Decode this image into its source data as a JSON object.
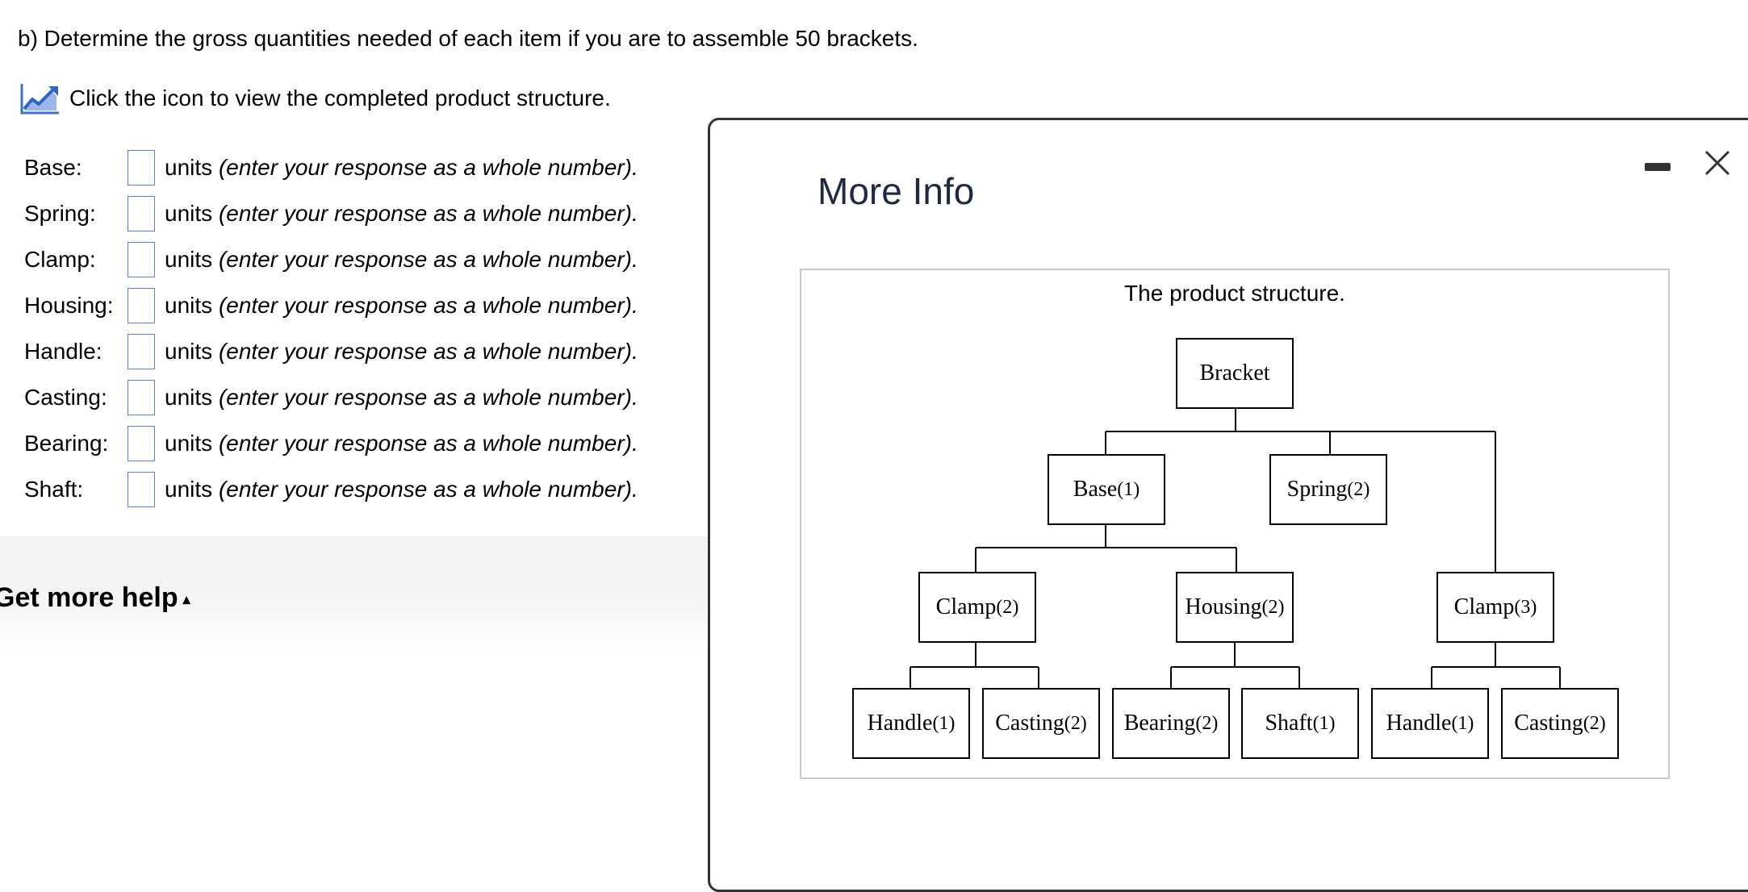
{
  "question": "b) Determine the gross quantities needed of each item if you are to assemble 50 brackets.",
  "view_link": {
    "text": "Click the icon to view the completed product structure.",
    "icon": "chart-icon"
  },
  "answers": [
    {
      "label": "Base:",
      "units": "units",
      "hint": "(enter your response as a whole number).",
      "value": ""
    },
    {
      "label": "Spring:",
      "units": "units",
      "hint": "(enter your response as a whole number).",
      "value": ""
    },
    {
      "label": "Clamp:",
      "units": "units",
      "hint": "(enter your response as a whole number).",
      "value": ""
    },
    {
      "label": "Housing:",
      "units": "units",
      "hint": "(enter your response as a whole number).",
      "value": ""
    },
    {
      "label": "Handle:",
      "units": "units",
      "hint": "(enter your response as a whole number).",
      "value": ""
    },
    {
      "label": "Casting:",
      "units": "units",
      "hint": "(enter your response as a whole number).",
      "value": ""
    },
    {
      "label": "Bearing:",
      "units": "units",
      "hint": "(enter your response as a whole number).",
      "value": ""
    },
    {
      "label": "Shaft:",
      "units": "units",
      "hint": "(enter your response as a whole number).",
      "value": ""
    }
  ],
  "help": {
    "text": "Get more help",
    "caret": "▴"
  },
  "modal": {
    "title": "More Info",
    "figure_caption": "The product structure.",
    "tree": {
      "root": {
        "name": "Bracket",
        "qty": ""
      },
      "level1": [
        {
          "name": "Base",
          "qty": "(1)"
        },
        {
          "name": "Spring",
          "qty": "(2)"
        },
        {
          "name": "Clamp",
          "qty": "(3)"
        }
      ],
      "level2": [
        {
          "name": "Clamp",
          "qty": "(2)"
        },
        {
          "name": "Housing",
          "qty": "(2)"
        }
      ],
      "level3": [
        {
          "name": "Handle",
          "qty": "(1)"
        },
        {
          "name": "Casting",
          "qty": "(2)"
        },
        {
          "name": "Bearing",
          "qty": "(2)"
        },
        {
          "name": "Shaft",
          "qty": "(1)"
        },
        {
          "name": "Handle",
          "qty": "(1)"
        },
        {
          "name": "Casting",
          "qty": "(2)"
        }
      ]
    },
    "minimize_icon": "minimize-icon",
    "close_icon": "close-icon"
  }
}
